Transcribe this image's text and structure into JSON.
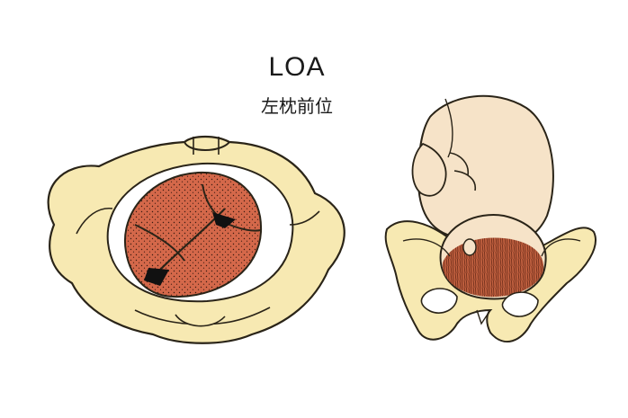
{
  "diagram": {
    "title": "LOA",
    "subtitle": "左枕前位",
    "colors": {
      "bone": "#f7e9b2",
      "bone_outline": "#2a2418",
      "fetal_head": "#d4684a",
      "fontanelle": "#111111",
      "skin": "#f6e3c8",
      "hair": "#c0603f"
    },
    "figures": [
      "pelvis-top-view",
      "fetus-side-view"
    ]
  }
}
